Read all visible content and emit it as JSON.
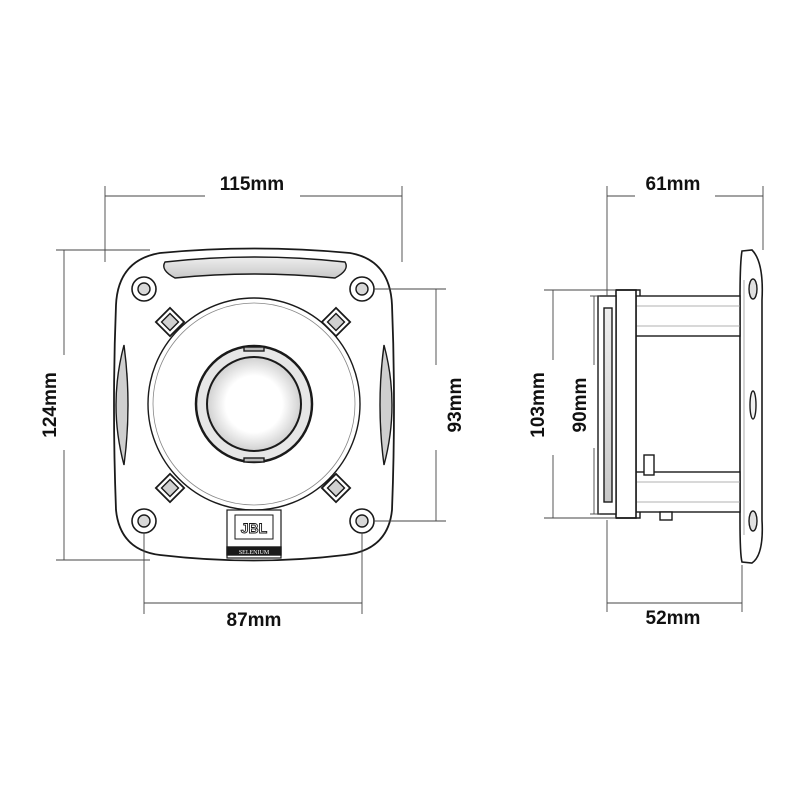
{
  "dimensions": {
    "front_width": "115mm",
    "front_height": "124mm",
    "hole_spacing_horizontal": "87mm",
    "hole_spacing_vertical": "93mm",
    "side_depth": "61mm",
    "side_back_depth": "52mm",
    "side_outer_diameter": "103mm",
    "side_inner_diameter": "90mm"
  },
  "logo": {
    "brand": "JBL",
    "subtitle": "SELENIUM"
  },
  "colors": {
    "line": "#1a1a1a",
    "dimension_line": "#444444",
    "shading": "#dcdcdc"
  }
}
